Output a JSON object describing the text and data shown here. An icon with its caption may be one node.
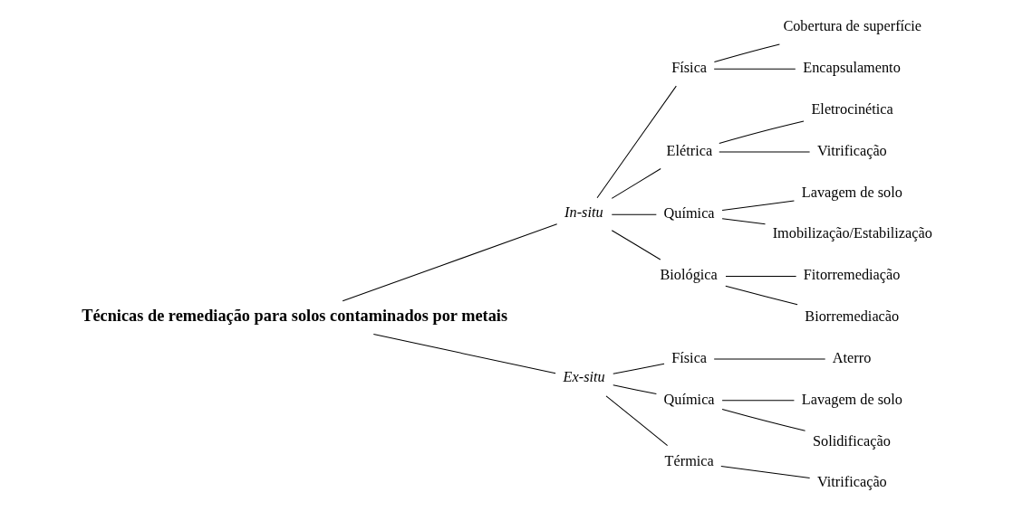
{
  "diagram": {
    "nodes": [
      {
        "text": [
          "Técnicas de remediação para solos contaminados por metais"
        ]
      },
      {
        "text": [
          "In-situ"
        ]
      },
      {
        "text": [
          "Ex-situ"
        ]
      },
      {
        "text": [
          "Física"
        ]
      },
      {
        "text": [
          "Elétrica"
        ]
      },
      {
        "text": [
          "Química"
        ]
      },
      {
        "text": [
          "Biológica"
        ]
      },
      {
        "text": [
          "Física"
        ]
      },
      {
        "text": [
          "Química"
        ]
      },
      {
        "text": [
          "Térmica"
        ]
      },
      {
        "text": [
          "Cobertura de superfície"
        ]
      },
      {
        "text": [
          "Encapsulamento"
        ]
      },
      {
        "text": [
          "Eletrocinética"
        ]
      },
      {
        "text": [
          "Vitrificação"
        ]
      },
      {
        "text": [
          "Lavagem de solo"
        ]
      },
      {
        "text": [
          "Imobilização/Estabilização"
        ]
      },
      {
        "text": [
          "Fitorremediação"
        ]
      },
      {
        "text": [
          "Biorremediacão"
        ]
      },
      {
        "text": [
          "Aterro"
        ]
      },
      {
        "text": [
          "Lavagem de solo"
        ]
      },
      {
        "text": [
          "Solidificação"
        ]
      },
      {
        "text": [
          "Vitrificação"
        ]
      }
    ],
    "edges": [
      {
        "from": 0,
        "to": 1,
        "arrow": "none"
      },
      {
        "from": 0,
        "to": 2,
        "arrow": "none"
      },
      {
        "from": 1,
        "to": 3,
        "arrow": "none"
      },
      {
        "from": 1,
        "to": 4,
        "arrow": "none"
      },
      {
        "from": 1,
        "to": 5,
        "arrow": "none"
      },
      {
        "from": 1,
        "to": 6,
        "arrow": "none"
      },
      {
        "from": 2,
        "to": 7,
        "arrow": "none"
      },
      {
        "from": 2,
        "to": 8,
        "arrow": "none"
      },
      {
        "from": 2,
        "to": 9,
        "arrow": "none"
      },
      {
        "from": 3,
        "to": 10,
        "arrow": "none"
      },
      {
        "from": 3,
        "to": 11,
        "arrow": "none"
      },
      {
        "from": 4,
        "to": 12,
        "arrow": "none"
      },
      {
        "from": 4,
        "to": 13,
        "arrow": "none"
      },
      {
        "from": 5,
        "to": 14,
        "arrow": "none"
      },
      {
        "from": 5,
        "to": 15,
        "arrow": "none"
      },
      {
        "from": 6,
        "to": 16,
        "arrow": "none"
      },
      {
        "from": 6,
        "to": 17,
        "arrow": "none"
      },
      {
        "from": 7,
        "to": 18,
        "arrow": "none"
      },
      {
        "from": 8,
        "to": 19,
        "arrow": "none"
      },
      {
        "from": 8,
        "to": 20,
        "arrow": "none"
      },
      {
        "from": 9,
        "to": 21,
        "arrow": "none"
      }
    ]
  }
}
